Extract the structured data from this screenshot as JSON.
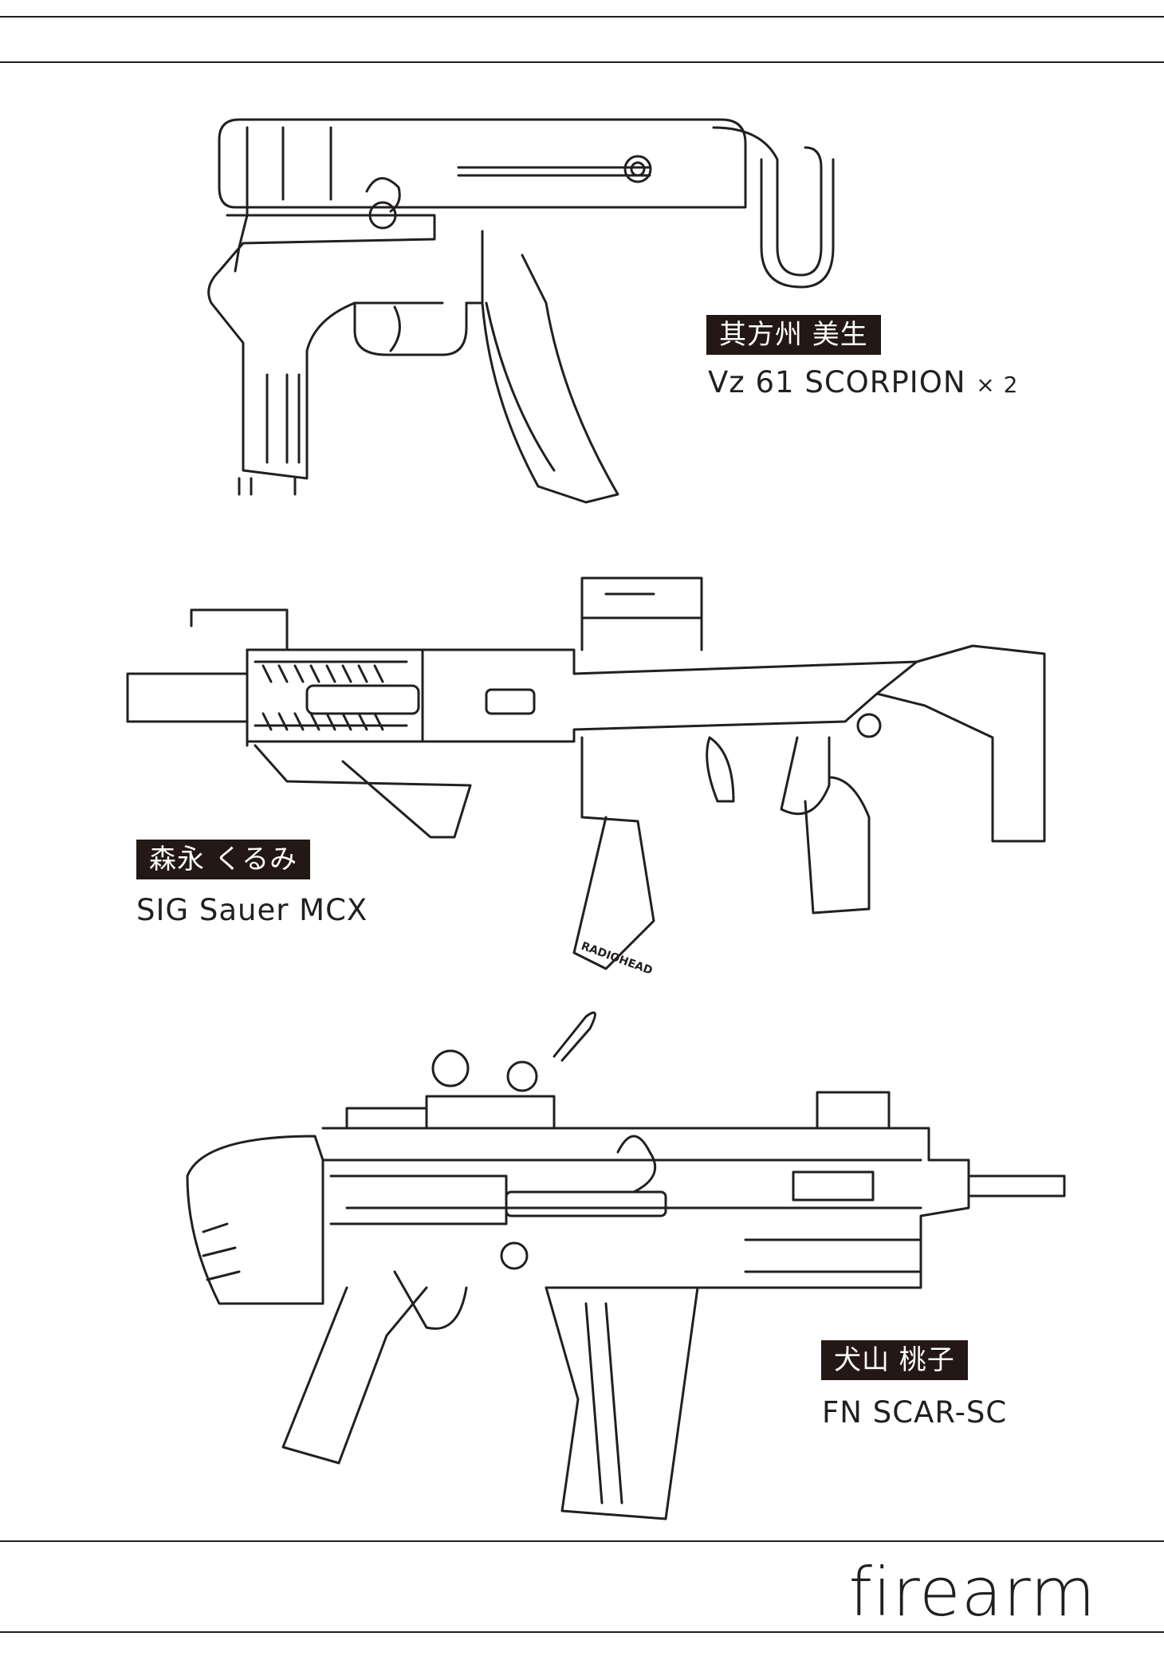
{
  "footer": {
    "title": "firearm"
  },
  "entries": [
    {
      "name": "其方州 美生",
      "model": "Vz 61 SCORPION",
      "suffix": "× 2"
    },
    {
      "name": "森永 くるみ",
      "model": "SIG Sauer MCX"
    },
    {
      "name": "犬山 桃子",
      "model": "FN SCAR-SC"
    }
  ],
  "mag_sticker": "RADIOHEAD"
}
